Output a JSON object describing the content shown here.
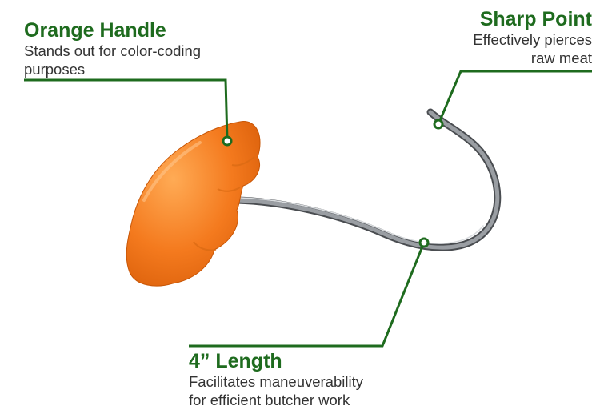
{
  "colors": {
    "accent": "#1e6b1e",
    "handle": "#f47a1e",
    "steel": "#7b7f84",
    "text": "#333333"
  },
  "callouts": {
    "handle": {
      "title": "Orange Handle",
      "desc_line1": "Stands out for color-coding",
      "desc_line2": "purposes"
    },
    "point": {
      "title": "Sharp Point",
      "desc_line1": "Effectively pierces",
      "desc_line2": "raw meat"
    },
    "length": {
      "title": "4” Length",
      "desc_line1": "Facilitates maneuverability",
      "desc_line2": "for efficient butcher work"
    }
  }
}
